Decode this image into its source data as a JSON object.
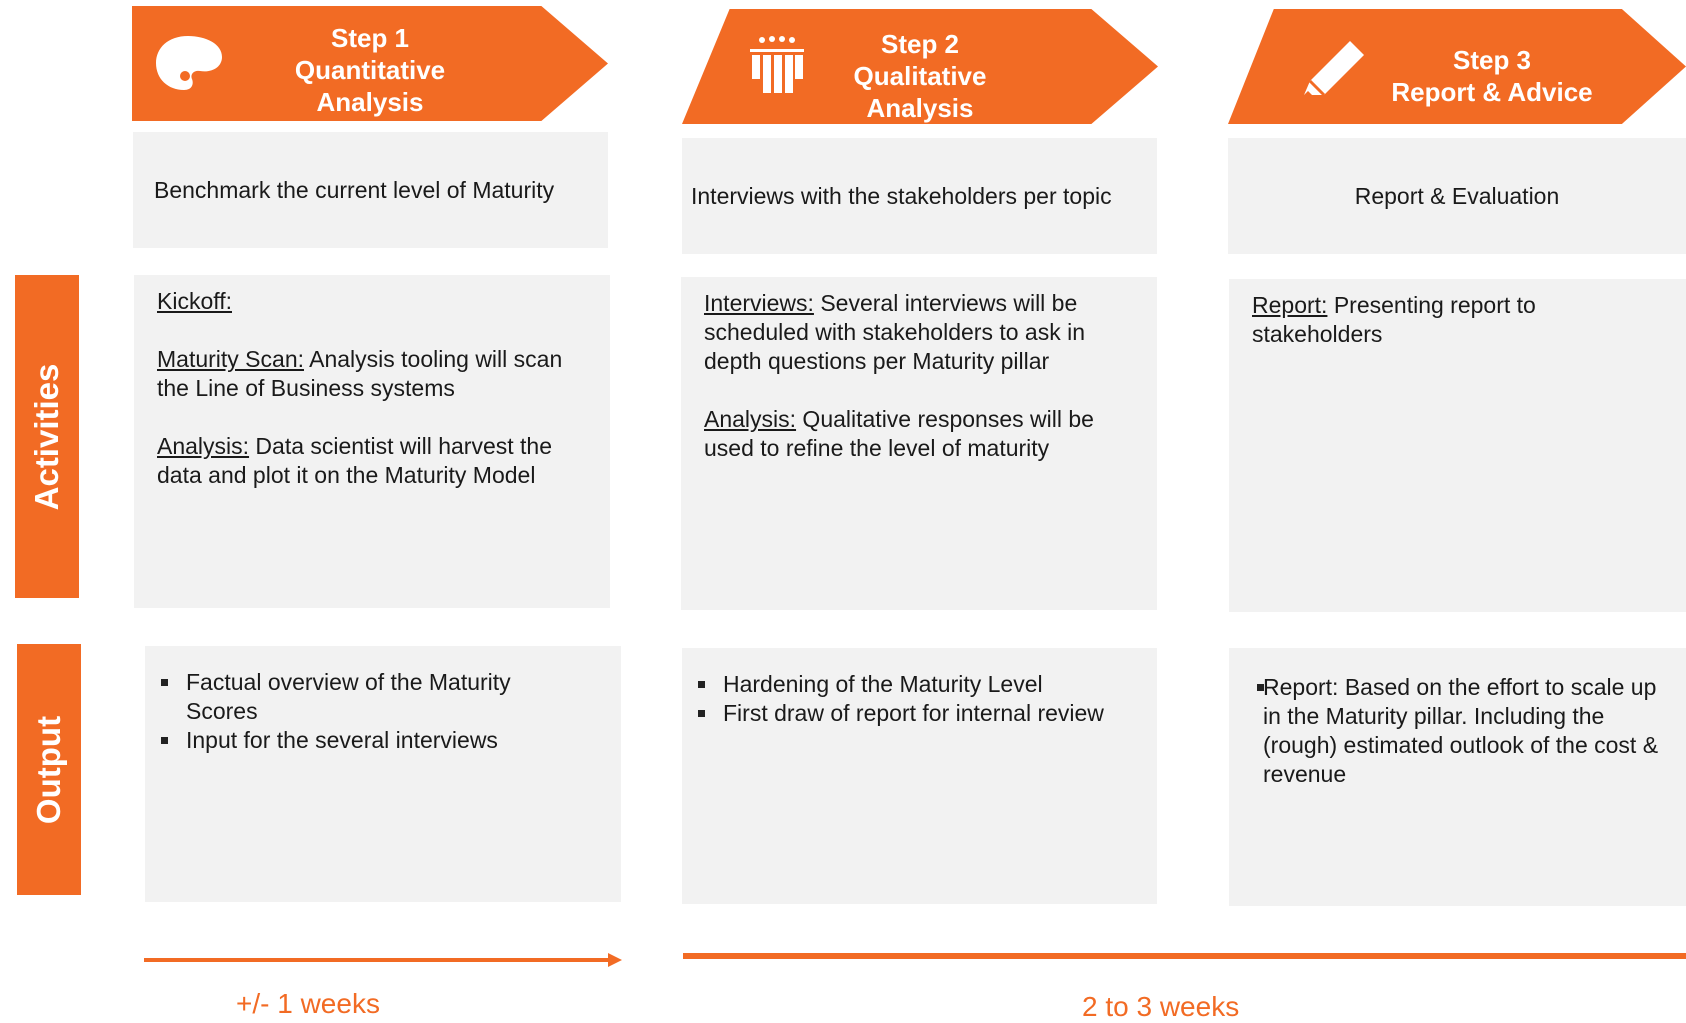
{
  "side_labels": {
    "activities": "Activities",
    "output": "Output"
  },
  "steps": [
    {
      "number": "Step 1",
      "title_line1": "Quantitative",
      "title_line2": "Analysis",
      "icon": "palette-icon",
      "summary": "Benchmark the current level of Maturity",
      "activities": [
        {
          "term": "Kickoff:",
          "text": ""
        },
        {
          "term": "Maturity Scan:",
          "text": " Analysis tooling will scan the Line of Business systems"
        },
        {
          "term": "Analysis:",
          "text": " Data scientist will harvest the data and plot it on the Maturity Model"
        }
      ],
      "outputs": [
        "Factual overview of the Maturity Scores",
        "Input for the several interviews"
      ]
    },
    {
      "number": "Step 2",
      "title_line1": "Qualitative",
      "title_line2": "Analysis",
      "icon": "people-icon",
      "summary": "Interviews with the stakeholders per topic",
      "activities": [
        {
          "term": "Interviews:",
          "text": " Several interviews will be scheduled with stakeholders to ask in depth questions per Maturity pillar"
        },
        {
          "term": "Analysis:",
          "text": " Qualitative responses will be used to refine the level of maturity"
        }
      ],
      "outputs": [
        "Hardening of the Maturity Level",
        "First draw of report for internal review"
      ]
    },
    {
      "number": "Step 3",
      "title_line1": "Report & Advice",
      "icon": "pencil-icon",
      "summary": "Report & Evaluation",
      "activities": [
        {
          "term": "Report:",
          "text": " Presenting report to stakeholders"
        }
      ],
      "outputs": [
        "Report: Based on the effort to scale up in the Maturity pillar. Including the (rough) estimated outlook of the cost & revenue"
      ]
    }
  ],
  "durations": {
    "first": "+/- 1 weeks",
    "second": "2 to 3 weeks"
  },
  "colors": {
    "accent": "#f26b24",
    "box": "#f2f2f2"
  }
}
